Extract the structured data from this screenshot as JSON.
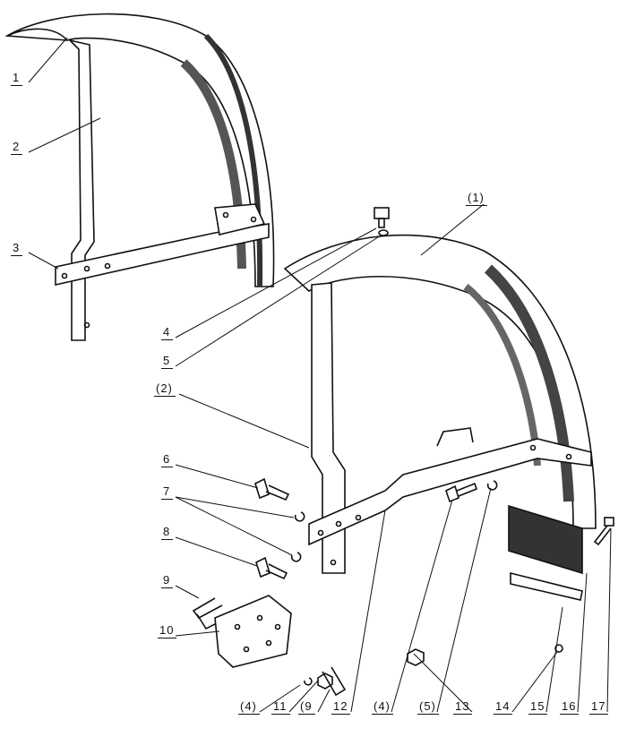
{
  "title": "Fender assembly exploded view",
  "labels": {
    "l1": "1",
    "l2": "2",
    "l3": "3",
    "l4": "4",
    "l5": "5",
    "p1": "(1)",
    "p2": "(2)",
    "l6": "6",
    "l7": "7",
    "l8": "8",
    "l9": "9",
    "l10": "10",
    "b4a": "(4)",
    "l11": "11",
    "b9": "(9",
    "l12": "12",
    "b4b": "(4)",
    "b5": "(5)",
    "l13": "13",
    "l14": "14",
    "l15": "15",
    "l16": "16",
    "l17": "17"
  }
}
